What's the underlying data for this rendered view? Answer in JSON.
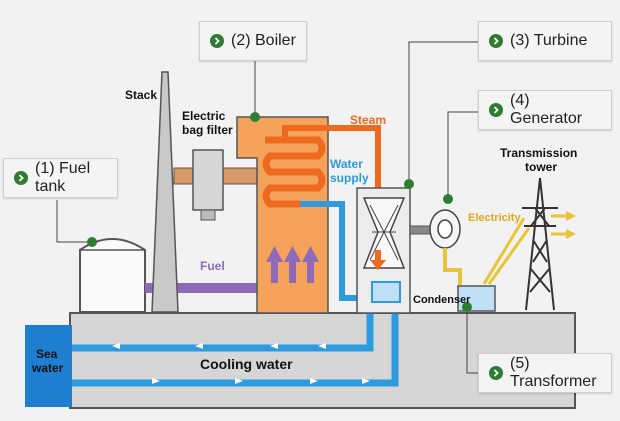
{
  "callouts": {
    "fuel_tank": "(1) Fuel tank",
    "boiler": "(2) Boiler",
    "turbine": "(3) Turbine",
    "generator": "(4) Generator",
    "transformer": "(5) Transformer"
  },
  "labels": {
    "stack": "Stack",
    "bag_filter_1": "Electric",
    "bag_filter_2": "bag filter",
    "steam": "Steam",
    "water_supply_1": "Water",
    "water_supply_2": "supply",
    "fuel": "Fuel",
    "electricity": "Electricity",
    "tower_1": "Transmission",
    "tower_2": "tower",
    "condenser": "Condenser",
    "sea_water_1": "Sea",
    "sea_water_2": "water",
    "cooling_water": "Cooling water"
  },
  "colors": {
    "steam": "#ee6a1e",
    "water": "#2e9be0",
    "fuel": "#8d6bb8",
    "boiler": "#f5a25a",
    "sea": "#1e7fd0",
    "callout_dot": "#2e7d32",
    "electricity": "#e8c436"
  }
}
